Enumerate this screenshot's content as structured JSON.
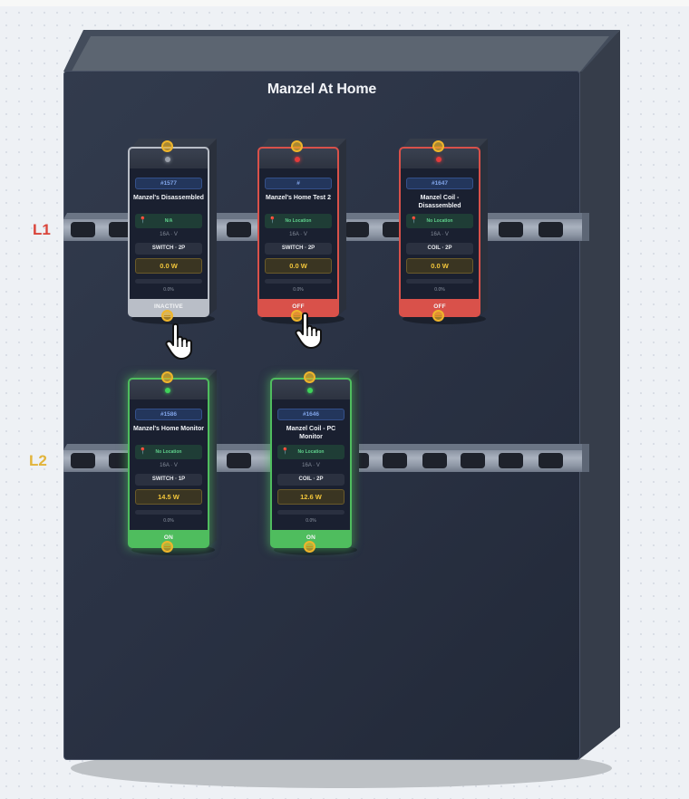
{
  "cabinet": {
    "title": "Manzel At Home"
  },
  "colors": {
    "inactive": "#b9bec7",
    "off": "#d9514a",
    "on": "#4fbd5e",
    "line_l1": "#d9443a",
    "line_l2": "#e2b43a",
    "power_text": "#f2c53a",
    "id_text": "#7fa2e6",
    "location_text": "#5fd08c"
  },
  "lines": [
    {
      "label": "L1",
      "color": "#d9443a"
    },
    {
      "label": "L2",
      "color": "#e2b43a"
    }
  ],
  "modules": [
    {
      "line": "L1",
      "id": "#1577",
      "name": "Manzel's Disassembled",
      "location": "N/A",
      "rating": "16A · V",
      "type": "SWITCH · 2P",
      "power": "0.0 W",
      "usage_pct": "0.0%",
      "usage_fraction": 0.0,
      "state": "INACTIVE",
      "state_color": "#b9bec7",
      "led_color": "#9aa0aa"
    },
    {
      "line": "L1",
      "id": "#",
      "name": "Manzel's Home Test 2",
      "location": "No Location",
      "rating": "16A · V",
      "type": "SWITCH · 2P",
      "power": "0.0 W",
      "usage_pct": "0.0%",
      "usage_fraction": 0.0,
      "state": "OFF",
      "state_color": "#d9514a",
      "led_color": "#e23b3b"
    },
    {
      "line": "L1",
      "id": "#1647",
      "name": "Manzel Coil - Disassembled",
      "location": "No Location",
      "rating": "16A · V",
      "type": "COIL · 2P",
      "power": "0.0 W",
      "usage_pct": "0.0%",
      "usage_fraction": 0.0,
      "state": "OFF",
      "state_color": "#d9514a",
      "led_color": "#e23b3b"
    },
    {
      "line": "L2",
      "id": "#1586",
      "name": "Manzel's Home Monitor",
      "location": "No Location",
      "rating": "16A · V",
      "type": "SWITCH · 1P",
      "power": "14.5 W",
      "usage_pct": "0.0%",
      "usage_fraction": 0.0,
      "state": "ON",
      "state_color": "#4fbd5e",
      "led_color": "#3fd15a"
    },
    {
      "line": "L2",
      "id": "#1646",
      "name": "Manzel Coil - PC Monitor",
      "location": "No Location",
      "rating": "16A · V",
      "type": "COIL · 2P",
      "power": "12.6 W",
      "usage_pct": "0.0%",
      "usage_fraction": 0.0,
      "state": "ON",
      "state_color": "#4fbd5e",
      "led_color": "#3fd15a"
    }
  ],
  "icons": {
    "location": "map-pin-icon",
    "cursor": "hand-pointer-icon",
    "handle": "connection-handle-icon"
  }
}
